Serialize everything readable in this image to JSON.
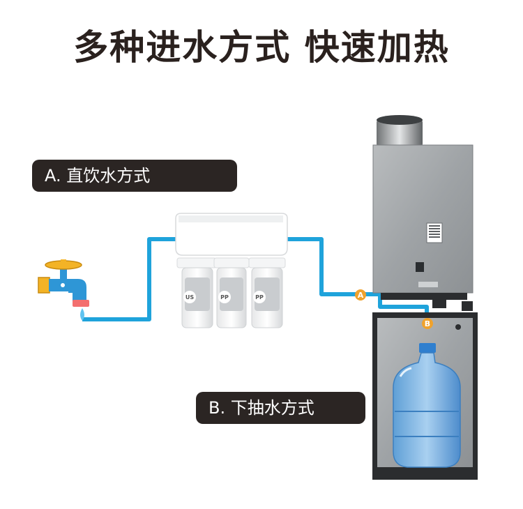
{
  "title": "多种进水方式 快速加热",
  "methods": [
    {
      "label": "A. 直饮水方式",
      "marker": "A"
    },
    {
      "label": "B. 下抽水方式",
      "marker": "B"
    }
  ],
  "filters": [
    "US",
    "PP",
    "PP"
  ],
  "colors": {
    "pipe": "#1fa3db",
    "marker": "#f0a22c",
    "pill_bg": "#2b2523",
    "title": "#2a211e",
    "faucet_blue": "#2e96d6",
    "faucet_yellow": "#f3b326"
  },
  "icons": [
    "faucet-icon",
    "water-filter-icon",
    "water-heater-icon",
    "water-bottle-icon"
  ]
}
